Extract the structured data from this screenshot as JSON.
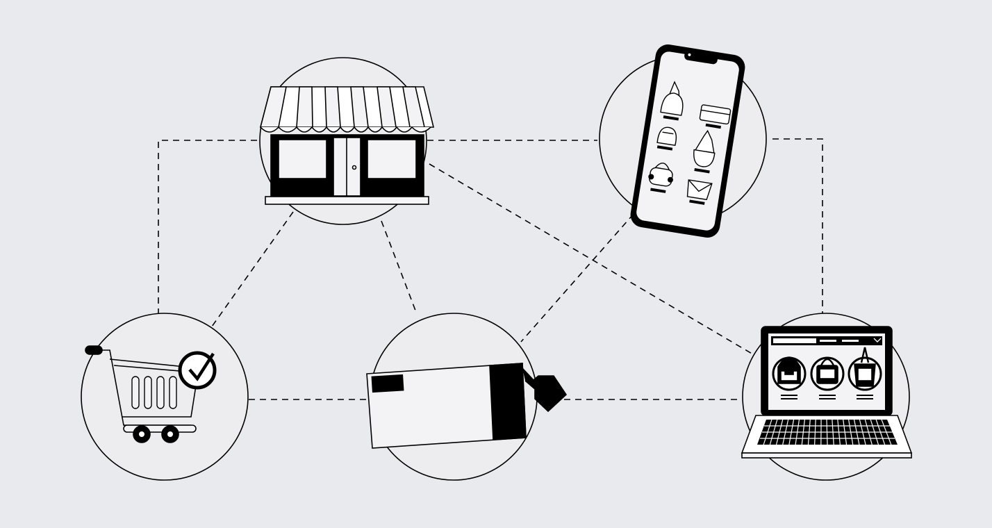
{
  "background_color": "#E9EAEE",
  "line_color": "#000000",
  "fill_light": "#EDEDF0",
  "nodes": [
    {
      "id": "store",
      "icon": "storefront-icon"
    },
    {
      "id": "phone",
      "icon": "smartphone-shop-icon"
    },
    {
      "id": "cart",
      "icon": "shopping-cart-check-icon"
    },
    {
      "id": "package",
      "icon": "package-tag-icon"
    },
    {
      "id": "laptop",
      "icon": "laptop-shop-icon"
    }
  ],
  "connections": [
    [
      "store",
      "phone"
    ],
    [
      "store",
      "cart"
    ],
    [
      "store",
      "package"
    ],
    [
      "store",
      "laptop"
    ],
    [
      "phone",
      "package"
    ],
    [
      "phone",
      "laptop"
    ],
    [
      "cart",
      "package"
    ],
    [
      "package",
      "laptop"
    ]
  ]
}
